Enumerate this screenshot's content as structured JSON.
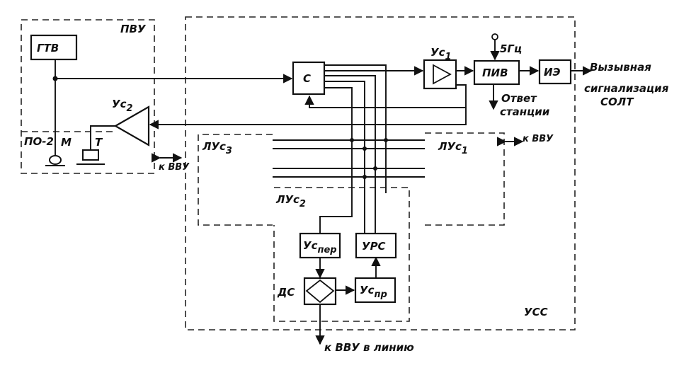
{
  "colors": {
    "ink": "#111111",
    "background": "#ffffff"
  },
  "regions": {
    "pvu": "ПВУ",
    "uss": "УСС",
    "po2": "ПО-2",
    "lus1": "ЛУс",
    "lus1_sub": "1",
    "lus2": "ЛУс",
    "lus2_sub": "2",
    "lus3": "ЛУс",
    "lus3_sub": "3"
  },
  "blocks": {
    "gtv": "ГТВ",
    "c": "С",
    "us1": "Ус",
    "us1_sub": "1",
    "piv": "ПИВ",
    "ie": "ИЭ",
    "us2": "Ус",
    "us2_sub": "2",
    "us_per": "Ус",
    "us_per_sub": "пер",
    "urs": "УРС",
    "us_pr": "Ус",
    "us_pr_sub": "пр",
    "ds": "ДС"
  },
  "labels": {
    "m": "М",
    "t": "Т",
    "freq": "5Гц",
    "answer_1": "Ответ",
    "answer_2": "станции",
    "out_1": "Вызывная",
    "out_2": "сигнализация",
    "out_3": "СОЛТ",
    "to_vvu_left": "к ВВУ",
    "to_vvu_right": "к ВВУ",
    "to_vvu_line": "к ВВУ в линию"
  }
}
